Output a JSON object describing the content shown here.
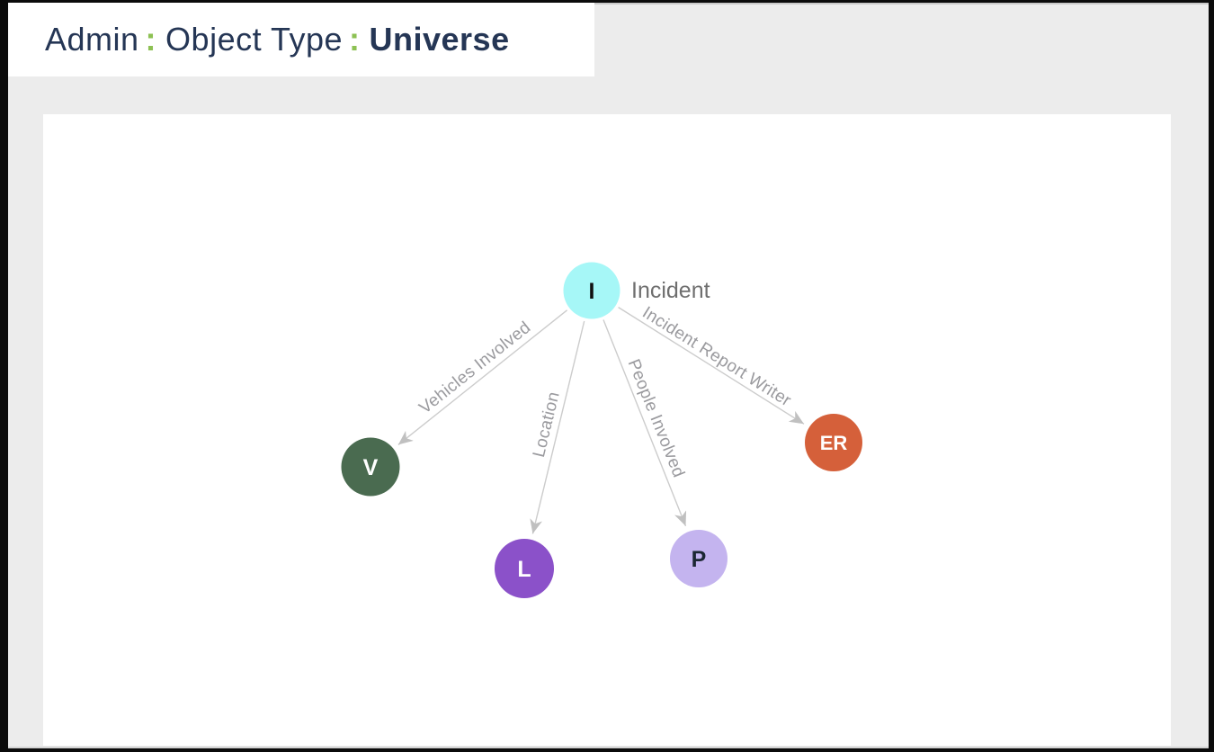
{
  "breadcrumb": {
    "items": [
      {
        "label": "Admin"
      },
      {
        "label": "Object Type"
      },
      {
        "label": "Universe"
      }
    ],
    "separator": ":"
  },
  "colors": {
    "breadcrumb_text": "#253655",
    "separator_green": "#8dc153",
    "page_bg": "#ececec",
    "canvas_bg": "#ffffff",
    "edge_line": "#cccccc",
    "arrow": "#c0c0c0",
    "edge_label": "#9a9a9e",
    "node_title": "#6f6f6f"
  },
  "graph": {
    "nodes": [
      {
        "id": "I",
        "letter": "I",
        "label": "Incident",
        "fill": "#a6f7f7",
        "letter_color": "#111111"
      },
      {
        "id": "V",
        "letter": "V",
        "fill": "#4a6b50",
        "letter_color": "#ffffff"
      },
      {
        "id": "L",
        "letter": "L",
        "fill": "#8b51c9",
        "letter_color": "#ffffff"
      },
      {
        "id": "P",
        "letter": "P",
        "fill": "#c4b4ef",
        "letter_color": "#1c2733"
      },
      {
        "id": "ER",
        "letter": "ER",
        "fill": "#d5603a",
        "letter_color": "#ffffff"
      }
    ],
    "edges": [
      {
        "from": "I",
        "to": "V",
        "label": "Vehicles Involved"
      },
      {
        "from": "I",
        "to": "L",
        "label": "Location"
      },
      {
        "from": "I",
        "to": "P",
        "label": "People Involved"
      },
      {
        "from": "I",
        "to": "ER",
        "label": "Incident Report Writer"
      }
    ]
  }
}
